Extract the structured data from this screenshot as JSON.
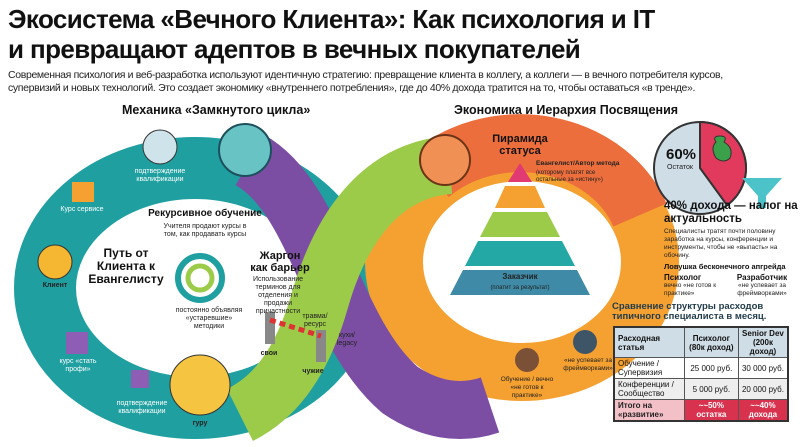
{
  "title": {
    "line1": "Экосистема «Вечного Клиента»: Как психология и IT",
    "line2": "и  превращают адептов в вечных покупателей"
  },
  "subtitle": {
    "line1": "Современная психология и веб-разработка используют идентичную стратегию: превращение клиента в коллегу, а коллеги — в вечного потребителя курсов,",
    "line2": "супервизий и новых технологий. Это создает экономику «внутреннего потребления», где до 40% дохода тратится на то, чтобы оставаться «в тренде»."
  },
  "left": {
    "heading": "Механика «Замкнутого цикла»",
    "path_title": "Путь от Клиента к Евангелисту",
    "recursive_title": "Рекурсивное обучение",
    "recursive_text": "Учителя продают курсы в том, как продавать курсы",
    "recursive_caption": "постоянно объявляя «устаревшие» методики",
    "jargon_title": "Жаргон как барьер",
    "jargon_text": "Использование терминов для отделения и продажи причастности",
    "items": {
      "confirm_top": "подтверждение квалификации",
      "course_service": "Курс сервисе",
      "client": "Клиент",
      "course_pro": "курс «стать профи»",
      "confirm_bottom": "подтверждение квалификации",
      "guru": "гуру",
      "own": "свои",
      "alien": "чужие",
      "trauma": "травма/ ресурс",
      "legacy": "кухи/ legacy"
    }
  },
  "right": {
    "heading": "Экономика и Иерархия Посвящения",
    "pyramid_title": "Пирамида статуса",
    "pyramid_top": "Евангелист/Автор метода",
    "pyramid_top_note": "(которому платят все остальные за «истину»)",
    "pyramid_bottom": "Заказчик",
    "pyramid_bottom_note": "(платит за результат)",
    "psych_note": "Обучение / вечно «не готов к практике»",
    "dev_note": "«не успевает за фреймворками»",
    "pie": {
      "remainder_pct": 60,
      "remainder_value": "60%",
      "remainder_label": "Остаток",
      "spent_pct": 40,
      "colors": {
        "remainder": "#cfdde6",
        "spent": "#e23a5c"
      }
    },
    "tax_title": "40% дохода — налог на актуальность",
    "tax_text": "Специалисты тратят почти половину заработка на курсы, конференции и инструменты, чтобы не «выпасть» на обочину.",
    "trap_title": "Ловушка бесконечного апгрейда",
    "trap": [
      {
        "who": "Психолог",
        "what": "вечно «не готов к практике»"
      },
      {
        "who": "Разработчик",
        "what": "«не успевает за фреймворками»"
      }
    ],
    "table_title": "Сравнение структуры расходов типичного специалиста в месяц.",
    "table": {
      "headers": [
        "Расходная статья",
        "Психолог (80к доход)",
        "Senior Dev (200к доход)"
      ],
      "rows": [
        [
          "Обучение / Супервизия",
          "25 000 руб.",
          "30 000 руб."
        ],
        [
          "Конференции / Сообщество",
          "5 000 руб.",
          "20 000 руб."
        ]
      ],
      "total": [
        "Итого на «развитие»",
        "~~50% остатка",
        "~~40% дохода"
      ]
    }
  }
}
